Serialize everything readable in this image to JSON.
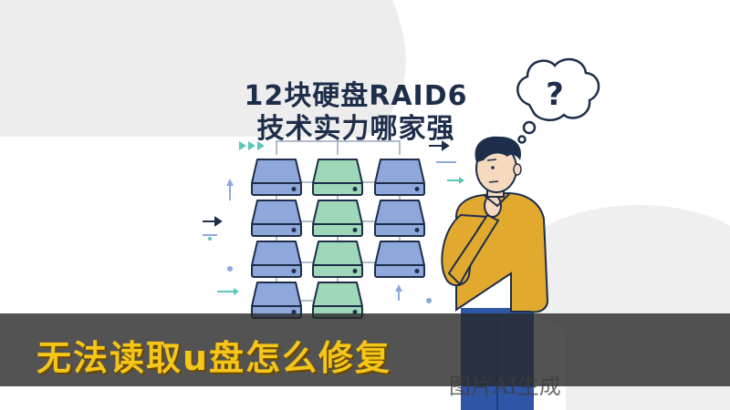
{
  "title": {
    "line1": "12块硬盘RAID6",
    "line2": "技术实力哪家强"
  },
  "caption": "无法读取u盘怎么修复",
  "watermark": "图片AI生成",
  "thought_bubble_symbol": "?",
  "colors": {
    "title": "#1e2e4a",
    "drive_blue": "#8fa8dc",
    "drive_green": "#9ed8b8",
    "caption_text": "#f5c518",
    "caption_bar": "#282828",
    "sweater": "#e2a92f",
    "pants": "#2f56a6",
    "arrow_teal": "#5cc7b8"
  },
  "icons": [
    "drive-icon",
    "thought-bubble-icon",
    "arrow-icon",
    "play-arrows-icon"
  ]
}
